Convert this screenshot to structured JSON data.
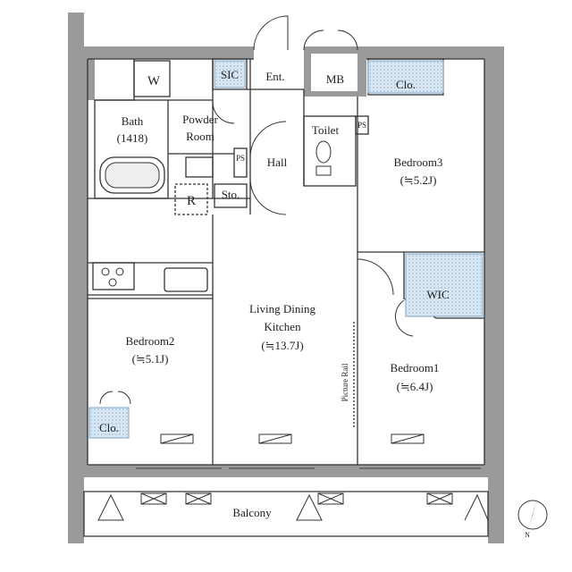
{
  "rooms": {
    "bath": {
      "name": "Bath",
      "size": "(1418)"
    },
    "powder": {
      "line1": "Powder",
      "line2": "Room"
    },
    "sic": "SIC",
    "ent": "Ent.",
    "mb": "MB",
    "clo_top": "Clo.",
    "toilet": "Toilet",
    "ps_top": "PS",
    "ps_mid": "PS",
    "hall": "Hall",
    "sto": "Sto.",
    "refrigerator": "R",
    "washer": "W",
    "bedroom3": {
      "name": "Bedroom3",
      "size": "(≒5.2J)"
    },
    "ldk": {
      "line1": "Living Dining",
      "line2": "Kitchen",
      "size": "(≒13.7J)"
    },
    "wic": "WIC",
    "bedroom2": {
      "name": "Bedroom2",
      "size": "(≒5.1J)"
    },
    "clo_bed2": "Clo.",
    "bedroom1": {
      "name": "Bedroom1",
      "size": "(≒6.4J)"
    },
    "picture_rail": "Picture Rail",
    "balcony": "Balcony",
    "north": "N"
  },
  "colors": {
    "wall": "#9a9a9a",
    "line": "#333333",
    "closet_fill": "#cfe0ef",
    "closet_hatch": "#7fa6c8"
  }
}
